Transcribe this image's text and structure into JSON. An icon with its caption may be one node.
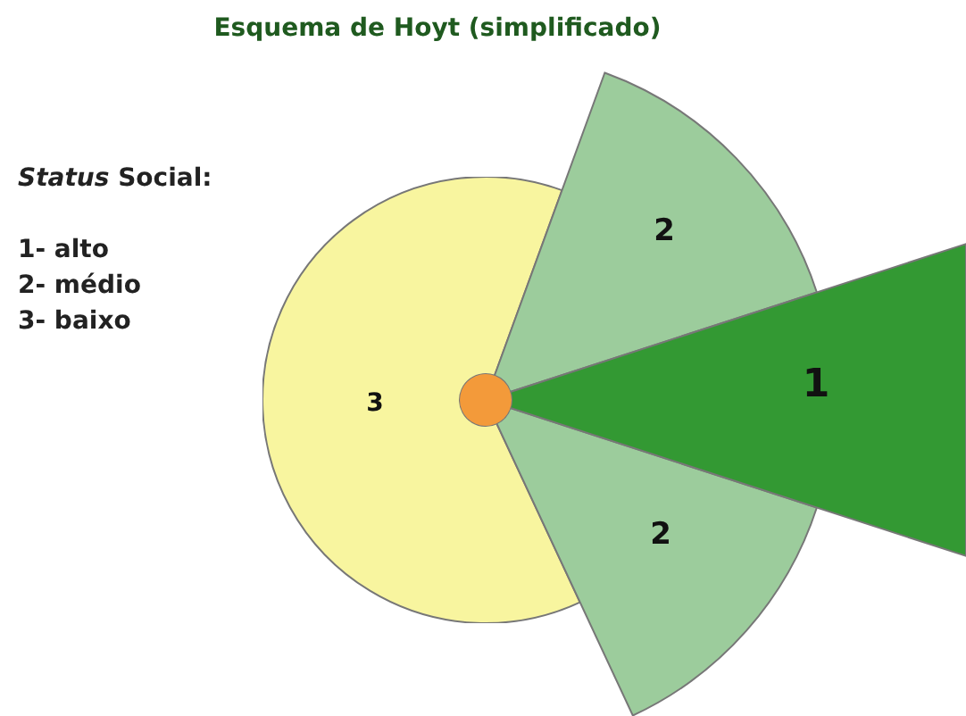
{
  "diagram": {
    "title": "Esquema de Hoyt (simplificado)",
    "nodes": [
      {
        "text": [
          "2"
        ]
      },
      {
        "text": [
          "3"
        ]
      },
      {
        "text": [
          "1"
        ]
      },
      {
        "text": [],
        "shape": "circle"
      },
      {
        "text": [
          "2"
        ]
      }
    ],
    "labels": [
      "*Status* Social:",
      "1- alto",
      "2- médio",
      "3- baixo"
    ]
  }
}
